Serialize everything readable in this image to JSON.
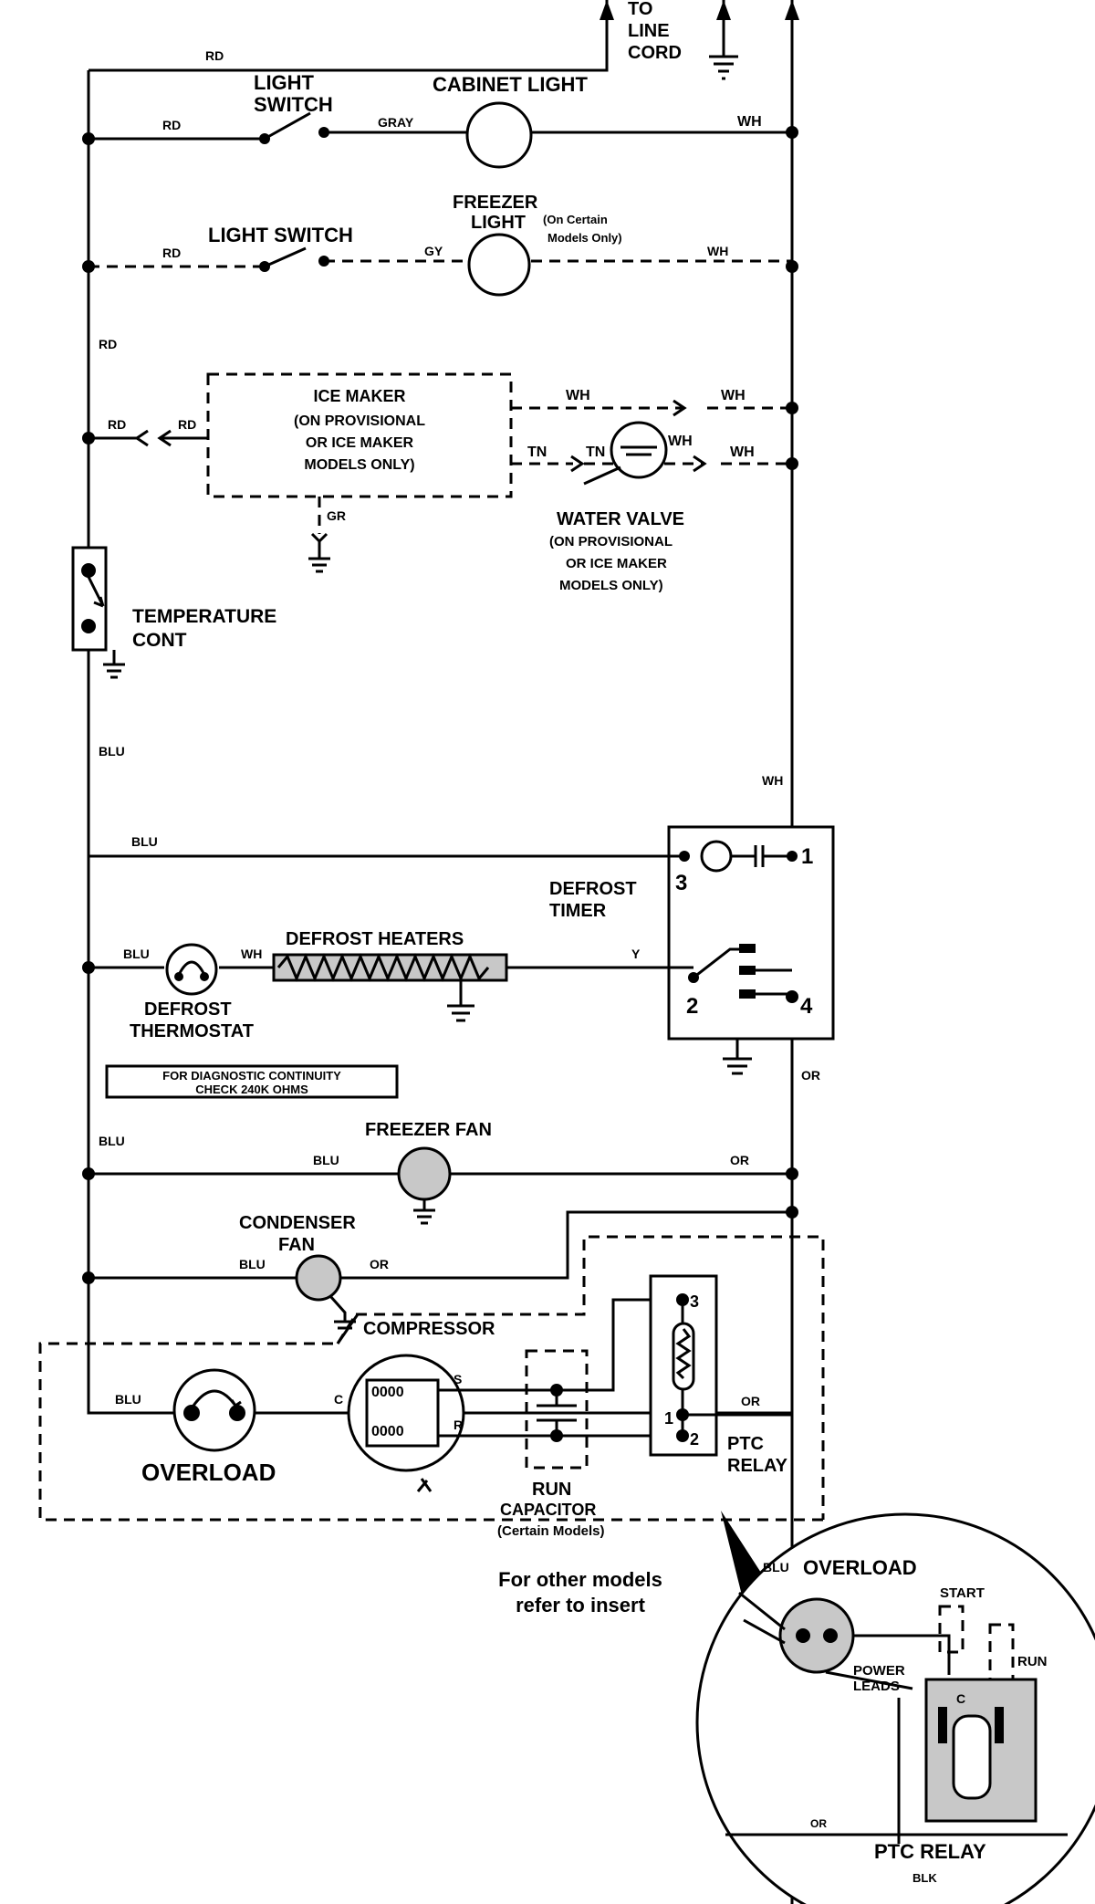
{
  "top": {
    "to_line_cord_1": "TO",
    "to_line_cord_2": "LINE",
    "to_line_cord_3": "CORD"
  },
  "wires": {
    "rd_top": "RD",
    "rd_a": "RD",
    "rd_b": "RD",
    "rd_c": "RD",
    "rd_d": "RD",
    "rd_e": "RD",
    "gray": "GRAY",
    "gy": "GY",
    "wh_a": "WH",
    "wh_b": "WH",
    "wh_c": "WH",
    "wh_d": "WH",
    "wh_e": "WH",
    "wh_f": "WH",
    "wh_g": "WH",
    "tn_a": "TN",
    "tn_b": "TN",
    "gr": "GR",
    "blu_a": "BLU",
    "blu_b": "BLU",
    "blu_c": "BLU",
    "blu_d": "BLU",
    "blu_e": "BLU",
    "blu_f": "BLU",
    "blu_g": "BLU",
    "y": "Y",
    "or_a": "OR",
    "or_b": "OR",
    "or_c": "OR",
    "or_d": "OR",
    "or_e": "OR",
    "blk": "BLK"
  },
  "components": {
    "light_switch_1a": "LIGHT",
    "light_switch_1b": "SWITCH",
    "cabinet_light": "CABINET LIGHT",
    "freezer_light_1": "FREEZER",
    "freezer_light_2": "LIGHT",
    "freezer_light_note_1": "(On Certain",
    "freezer_light_note_2": "Models Only)",
    "light_switch_2": "LIGHT SWITCH",
    "ice_maker_1": "ICE MAKER",
    "ice_maker_2": "(ON PROVISIONAL",
    "ice_maker_3": "OR ICE MAKER",
    "ice_maker_4": "MODELS ONLY)",
    "water_valve_1": "WATER VALVE",
    "water_valve_2": "(ON PROVISIONAL",
    "water_valve_3": "OR ICE MAKER",
    "water_valve_4": "MODELS ONLY)",
    "temp_control_1": "TEMPERATURE",
    "temp_control_2": "CONT",
    "defrost_timer_1": "DEFROST",
    "defrost_timer_2": "TIMER",
    "defrost_heaters": "DEFROST HEATERS",
    "defrost_thermostat_1": "DEFROST",
    "defrost_thermostat_2": "THERMOSTAT",
    "diag_1": "FOR DIAGNOSTIC CONTINUITY",
    "diag_2": "CHECK 240K OHMS",
    "freezer_fan": "FREEZER FAN",
    "condenser_fan_1": "CONDENSER",
    "condenser_fan_2": "FAN",
    "compressor": "COMPRESSOR",
    "overload": "OVERLOAD",
    "run_capacitor_1": "RUN",
    "run_capacitor_2": "CAPACITOR",
    "run_capacitor_3": "(Certain Models)",
    "ptc_relay_1": "PTC",
    "ptc_relay_2": "RELAY",
    "terminal_c": "C",
    "terminal_s": "S",
    "terminal_r": "R",
    "coil_top": "0000",
    "coil_bottom": "0000",
    "pin_1": "1",
    "pin_2": "2",
    "pin_3": "3",
    "pin_4": "4",
    "relay_pin_1": "1",
    "relay_pin_2": "2",
    "relay_pin_3": "3"
  },
  "insert": {
    "note_1": "For other models",
    "note_2": "refer to insert",
    "overload": "OVERLOAD",
    "blu": "BLU",
    "start": "START",
    "run": "RUN",
    "power_leads_1": "POWER",
    "power_leads_2": "LEADS",
    "c": "C",
    "ptc_relay": "PTC RELAY"
  }
}
